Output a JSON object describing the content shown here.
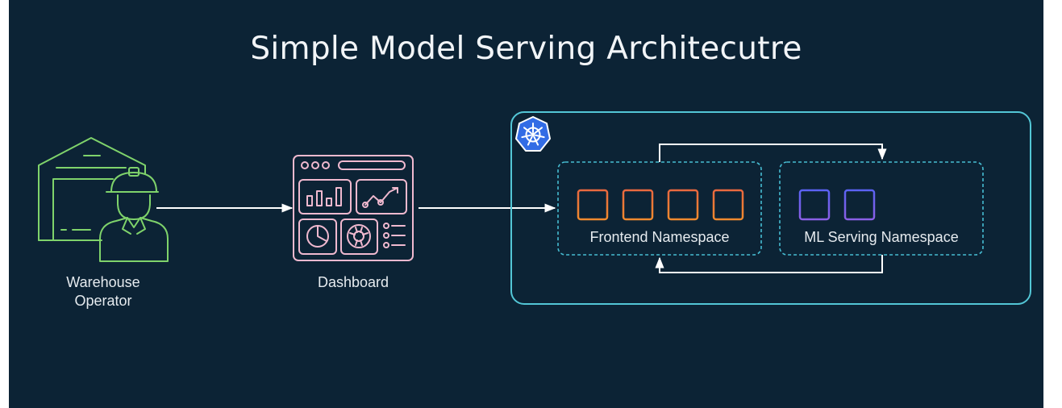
{
  "title": "Simple Model Serving Architecutre",
  "nodes": {
    "operator": {
      "line1": "Warehouse",
      "line2": "Operator",
      "icon": "warehouse-operator-icon"
    },
    "dashboard": {
      "label": "Dashboard",
      "icon": "dashboard-icon"
    },
    "cluster": {
      "icon": "kubernetes-icon"
    },
    "frontend": {
      "label": "Frontend Namespace",
      "pod_count": 4
    },
    "ml_serving": {
      "label": "ML Serving Namespace",
      "pod_count": 2
    }
  },
  "colors": {
    "background": "#0c2335",
    "operator": "#7fd36b",
    "dashboard": "#f0b9cf",
    "cluster_border": "#53c6d6",
    "namespace_border": "#46bcd2",
    "frontend_pods": "#e9683f",
    "ml_pods": "#6a63ee",
    "kubernetes": "#326ce5",
    "arrows": "#ffffff"
  }
}
